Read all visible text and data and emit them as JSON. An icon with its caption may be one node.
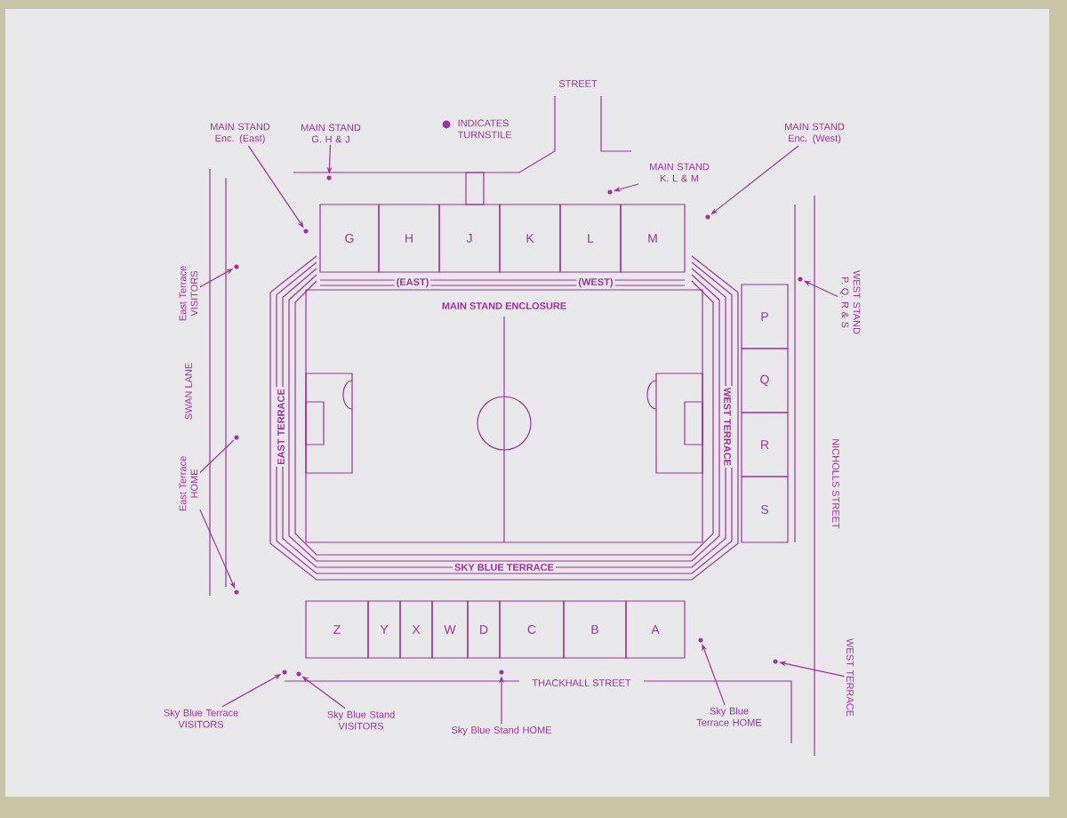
{
  "diagram": {
    "nodes": [
      {
        "text": [
          "G"
        ]
      },
      {
        "text": [
          "H"
        ]
      },
      {
        "text": [
          "J"
        ]
      },
      {
        "text": [
          "K"
        ]
      },
      {
        "text": [
          "L"
        ]
      },
      {
        "text": [
          "M"
        ]
      },
      {
        "text": [
          "P"
        ]
      },
      {
        "text": [
          "Q"
        ]
      },
      {
        "text": [
          "R"
        ]
      },
      {
        "text": [
          "S"
        ]
      },
      {
        "text": [
          "Z"
        ]
      },
      {
        "text": [
          "Y"
        ]
      },
      {
        "text": [
          "X"
        ]
      },
      {
        "text": [
          "W"
        ]
      },
      {
        "text": [
          "D"
        ]
      },
      {
        "text": [
          "C"
        ]
      },
      {
        "text": [
          "B"
        ]
      },
      {
        "text": [
          "A"
        ]
      },
      {
        "text": [
          "MAIN STAND Enc. (East)"
        ]
      },
      {
        "text": [],
        "shape": "circle"
      },
      {
        "text": [
          "MAIN STAND G. H & J"
        ]
      },
      {
        "text": [],
        "shape": "circle"
      },
      {
        "text": [
          "MAIN STAND K. L & M"
        ]
      },
      {
        "text": [],
        "shape": "circle"
      },
      {
        "text": [
          "MAIN STAND Enc. (West)"
        ]
      },
      {
        "text": [],
        "shape": "circle"
      },
      {
        "text": [
          "WEST STAND P. Q. R & S"
        ]
      },
      {
        "text": [],
        "shape": "circle"
      },
      {
        "text": [
          "WEST TERRACE"
        ]
      },
      {
        "text": [],
        "shape": "circle"
      },
      {
        "text": [
          "Sky Blue Terrace HOME"
        ]
      },
      {
        "text": [],
        "shape": "circle"
      },
      {
        "text": [
          "Sky Blue Stand HOME"
        ]
      },
      {
        "text": [],
        "shape": "circle"
      },
      {
        "text": [
          "Sky Blue Stand VISITORS"
        ]
      },
      {
        "text": [],
        "shape": "circle"
      },
      {
        "text": [
          "Sky Blue Terrace VISITORS"
        ]
      },
      {
        "text": [],
        "shape": "circle"
      },
      {
        "text": [
          "East Terrace VISITORS"
        ]
      },
      {
        "text": [],
        "shape": "circle"
      },
      {
        "text": [
          "East Terrace HOME"
        ]
      },
      {
        "text": [],
        "shape": "circle"
      },
      {
        "text": [],
        "shape": "circle"
      }
    ],
    "edges": [
      {
        "from": 18,
        "to": 19,
        "arrow": "to"
      },
      {
        "from": 20,
        "to": 21,
        "arrow": "to"
      },
      {
        "from": 22,
        "to": 23,
        "arrow": "to"
      },
      {
        "from": 24,
        "to": 25,
        "arrow": "to"
      },
      {
        "from": 26,
        "to": 27,
        "arrow": "to"
      },
      {
        "from": 28,
        "to": 29,
        "arrow": "to"
      },
      {
        "from": 30,
        "to": 31,
        "arrow": "to"
      },
      {
        "from": 32,
        "to": 33,
        "arrow": "to"
      },
      {
        "from": 34,
        "to": 35,
        "arrow": "to"
      },
      {
        "from": 36,
        "to": 37,
        "arrow": "to"
      },
      {
        "from": 38,
        "to": 39,
        "arrow": "to"
      },
      {
        "from": 40,
        "to": 41,
        "arrow": "none"
      },
      {
        "from": 40,
        "to": 42,
        "arrow": "to"
      }
    ],
    "labels": [
      "STREET",
      "(EAST)",
      "(WEST)",
      "MAIN STAND ENCLOSURE",
      "SWAN LANE",
      "EAST TERRACE",
      "WEST TERRACE",
      "NICHOLLS STREET",
      "SKY BLUE TERRACE",
      "THACKHALL STREET"
    ],
    "legend": [
      {
        "text": "INDICATES TURNSTILE"
      }
    ]
  }
}
